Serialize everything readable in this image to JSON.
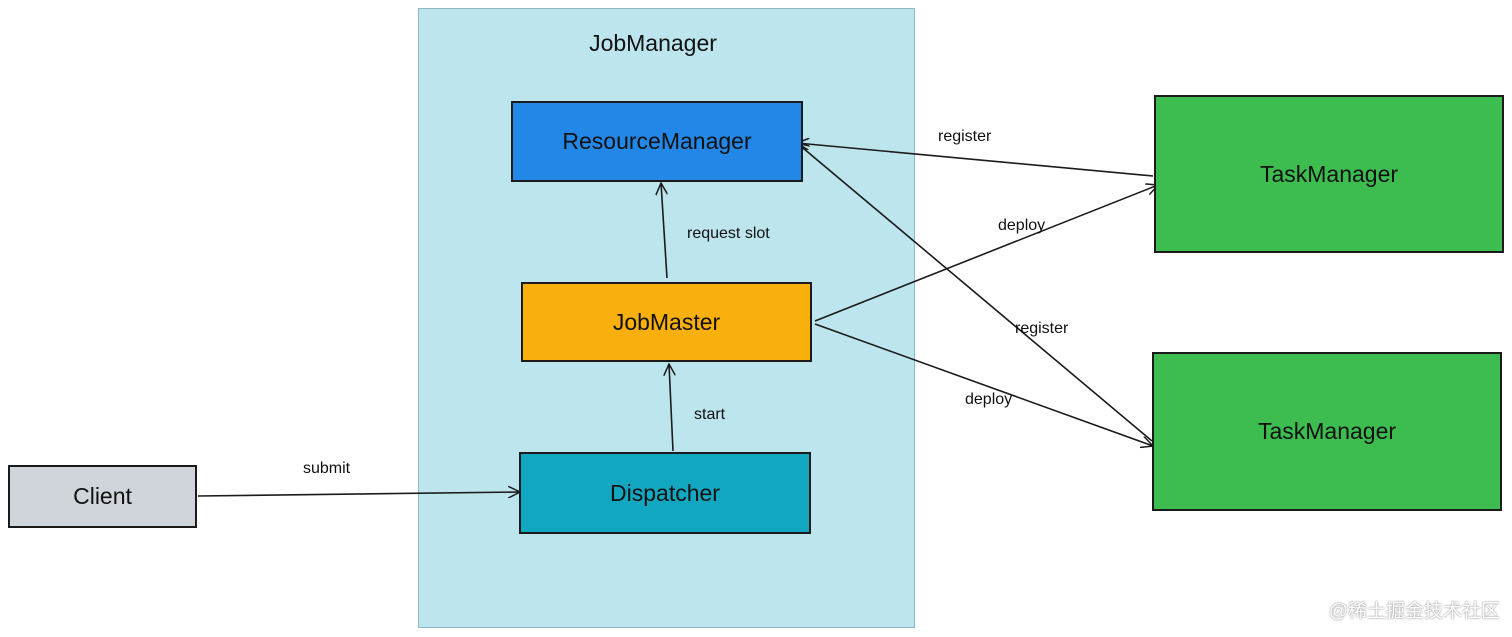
{
  "diagram": {
    "container": {
      "title": "JobManager"
    },
    "nodes": {
      "resource_manager": "ResourceManager",
      "job_master": "JobMaster",
      "dispatcher": "Dispatcher",
      "client": "Client",
      "task_manager_1": "TaskManager",
      "task_manager_2": "TaskManager"
    },
    "edges": [
      {
        "from": "client",
        "to": "dispatcher",
        "label": "submit"
      },
      {
        "from": "dispatcher",
        "to": "job_master",
        "label": "start"
      },
      {
        "from": "job_master",
        "to": "resource_manager",
        "label": "request slot"
      },
      {
        "from": "task_manager_1",
        "to": "resource_manager",
        "label": "register"
      },
      {
        "from": "task_manager_2",
        "to": "resource_manager",
        "label": "register"
      },
      {
        "from": "job_master",
        "to": "task_manager_1",
        "label": "deploy"
      },
      {
        "from": "job_master",
        "to": "task_manager_2",
        "label": "deploy"
      }
    ],
    "colors": {
      "container_fill": "#bde5ee",
      "resource_manager": "#2287e6",
      "job_master": "#f9b00c",
      "dispatcher": "#12a7c0",
      "client": "#d0d4db",
      "task_manager": "#3dbd4f"
    }
  },
  "watermark": "@稀土掘金技术社区"
}
